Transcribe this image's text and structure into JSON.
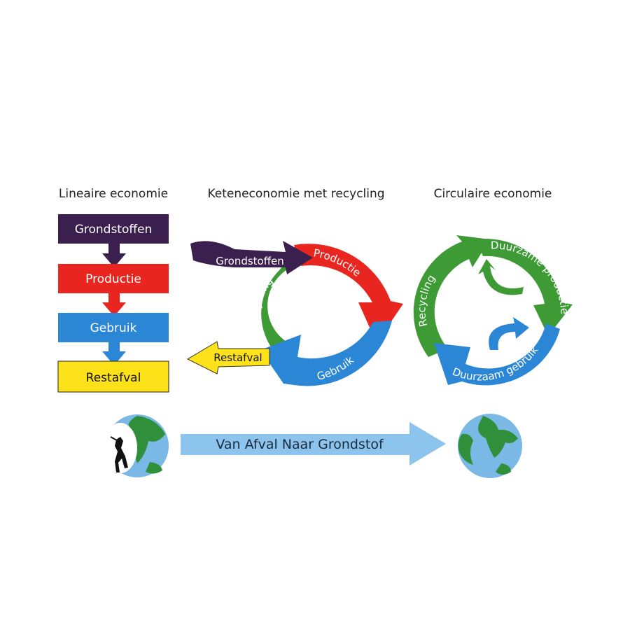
{
  "headings": {
    "linear": "Lineaire economie",
    "chain": "Keteneconomie met recycling",
    "circular": "Circulaire economie"
  },
  "linear": {
    "steps": [
      {
        "label": "Grondstoffen",
        "color": "#3b1f4f",
        "text_color": "#ffffff"
      },
      {
        "label": "Productie",
        "color": "#e8261f",
        "text_color": "#ffffff"
      },
      {
        "label": "Gebruik",
        "color": "#2b86d6",
        "text_color": "#ffffff"
      },
      {
        "label": "Restafval",
        "color": "#fde21a",
        "text_color": "#111111"
      }
    ]
  },
  "chain": {
    "input": "Grondstoffen",
    "production": "Productie",
    "use": "Gebruik",
    "recycling": "Recycling",
    "output": "Restafval"
  },
  "circular": {
    "recycling": "Recycling",
    "production": "Duurzame productie",
    "use": "Duurzaam gebruik"
  },
  "banner": {
    "label": "Van Afval Naar Grondstof",
    "color": "#8cc4ee"
  },
  "icons": {
    "left_globe": "earth-globe-polluted-icon",
    "right_globe": "earth-globe-clean-icon"
  },
  "colors": {
    "purple": "#3b1f4f",
    "red": "#e8261f",
    "blue": "#2b86d6",
    "green": "#3d9a35",
    "yellow": "#fde21a",
    "globe_ocean": "#7ab8e6",
    "globe_land": "#2f8f3a"
  }
}
